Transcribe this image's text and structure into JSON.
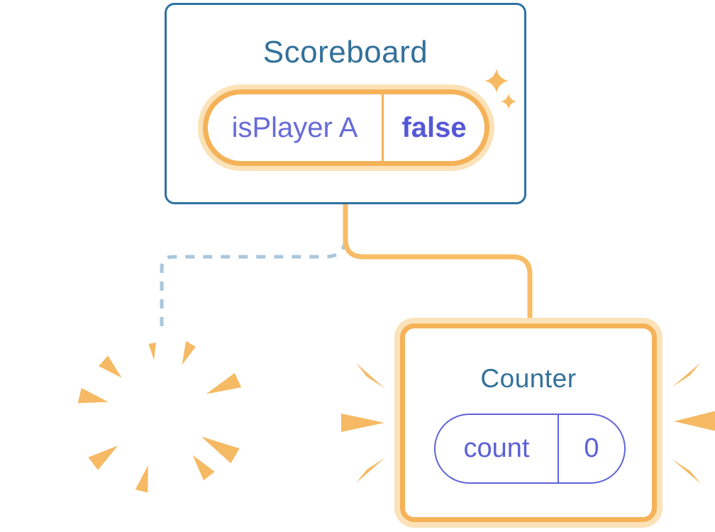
{
  "diagram": {
    "scoreboard": {
      "title": "Scoreboard",
      "state": {
        "label": "isPlayer A",
        "value": "false"
      }
    },
    "counter": {
      "title": "Counter",
      "state": {
        "label": "count",
        "value": "0"
      }
    }
  },
  "icons": {
    "sparkle-icon": "✦ four-pointed stars (new state highlight)",
    "poof-burst-icon": "radial burst rays (component destroyed)",
    "emphasis-rays-icon": "attention wedges around new component",
    "connector-solid": "solid curved line (kept subtree)",
    "connector-dashed": "dashed line (removed subtree)"
  },
  "colors": {
    "component_border_blue": "#2E72A0",
    "component_title_blue": "#33719A",
    "highlight_orange": "#F5B258",
    "highlight_orange_glow": "#FBE2B8",
    "connector_orange": "#F8BC66",
    "connector_dashed_blue": "#A9C6DD",
    "state_label_purple": "#666BD9",
    "state_value_purple": "#5558D6",
    "plain_pill_purple": "#5E64D9",
    "background": "#FFFFFF"
  }
}
